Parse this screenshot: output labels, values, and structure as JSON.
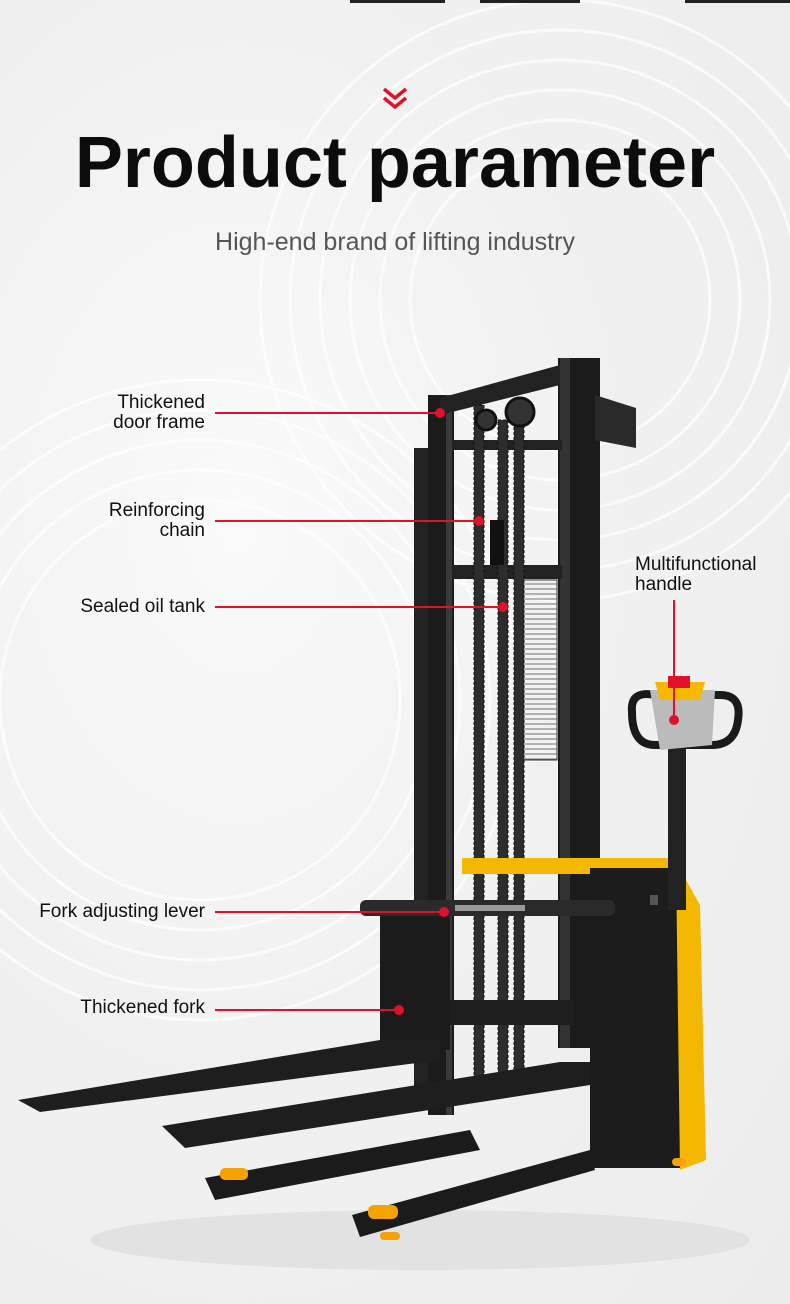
{
  "header": {
    "title": "Product parameter",
    "subtitle": "High-end brand of lifting industry",
    "icon": "double-chevron-down-icon"
  },
  "callouts": [
    {
      "id": "door-frame",
      "line1": "Thickened",
      "line2": "door frame"
    },
    {
      "id": "chain",
      "line1": "Reinforcing",
      "line2": "chain"
    },
    {
      "id": "oil-tank",
      "line1": "Sealed oil tank"
    },
    {
      "id": "handle",
      "line1": "Multifunctional",
      "line2": "handle"
    },
    {
      "id": "fork-lever",
      "line1": "Fork adjusting lever"
    },
    {
      "id": "fork",
      "line1": "Thickened fork"
    }
  ],
  "colors": {
    "accent": "#e0122a",
    "body_yellow": "#f5b800",
    "frame_black": "#1a1a1a"
  }
}
